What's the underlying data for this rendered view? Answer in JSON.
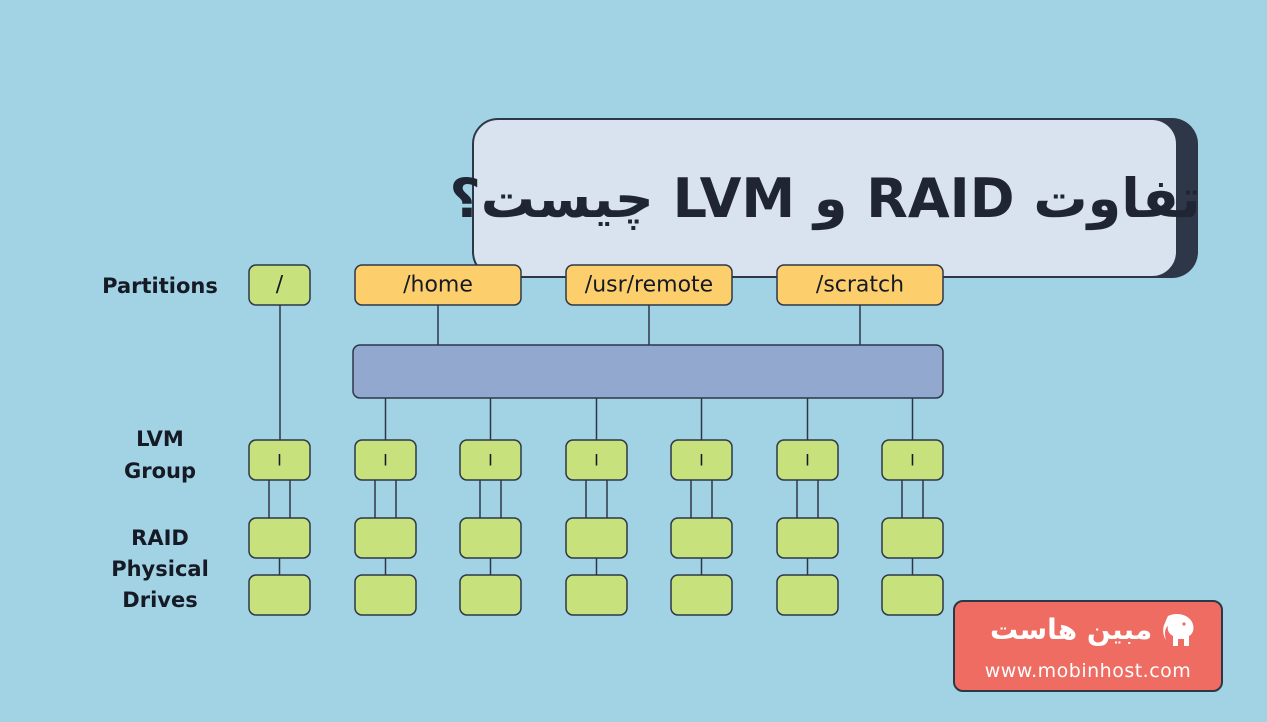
{
  "title": "تفاوت RAID و LVM چیست؟",
  "labels": {
    "partitions": "Partitions",
    "lvm_line1": "LVM",
    "lvm_line2": "Group",
    "raid_line1": "RAID",
    "raid_line2": "Physical",
    "raid_line3": "Drives"
  },
  "partitions": [
    "/",
    "/home",
    "/usr/remote",
    "/scratch"
  ],
  "lvm_volume_marker": "I",
  "brand": {
    "name": "مبین هاست",
    "url": "www.mobinhost.com",
    "logo_icon": "elephant-icon"
  },
  "colors": {
    "background": "#a1d3e5",
    "green_box": "#c7e27c",
    "yellow_box": "#fdcf6c",
    "volume_group_bar": "#92a8cf",
    "title_card": "#d9e2ef",
    "dark_outline": "#2e3748",
    "logo_bg": "#ef6c62"
  }
}
